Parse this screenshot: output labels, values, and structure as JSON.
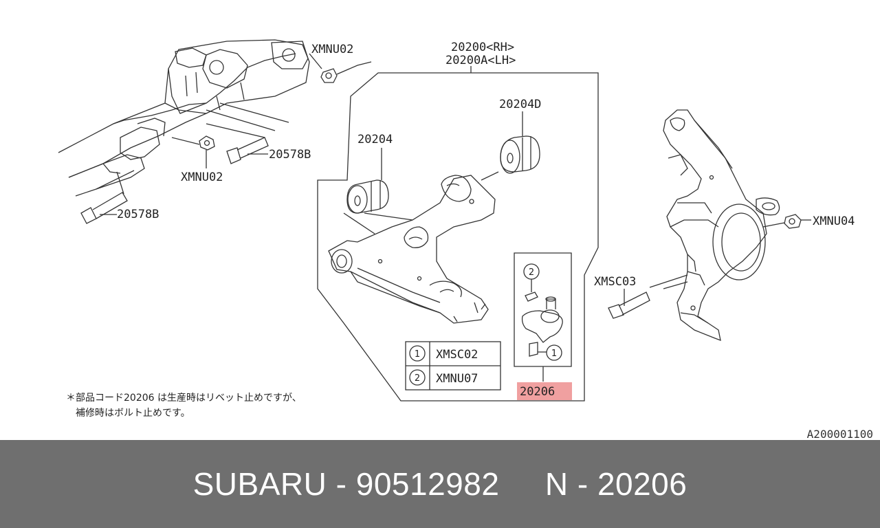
{
  "labels": {
    "main_part_rh": "20200<RH>",
    "main_part_lh": "20200A<LH>",
    "bushing_front": "20204",
    "bushing_rear": "20204D",
    "nut_top": "XMNU02",
    "nut_mid": "XMNU02",
    "bolt_right": "20578B",
    "bolt_left": "20578B",
    "nut_knuckle": "XMNU04",
    "bolt_knuckle": "XMSC03",
    "ball_joint": "20206"
  },
  "legend": {
    "rows": [
      {
        "num": "1",
        "code": "XMSC02"
      },
      {
        "num": "2",
        "code": "XMNU07"
      }
    ]
  },
  "callouts": {
    "c1": "1",
    "c2": "2"
  },
  "note": {
    "line1": "＊部品コード20206 は生産時はリベット止めですが、",
    "line2": "補修時はボルト止めです。"
  },
  "reference_code": "A200001100",
  "footer": {
    "brand": "SUBARU",
    "sep1": "-",
    "part_number": "90512982",
    "prefix": "N",
    "sep2": "-",
    "code": "20206"
  },
  "colors": {
    "highlight": "#f0a0a0",
    "footer_bg": "#6f6f6f",
    "line": "#333333"
  }
}
